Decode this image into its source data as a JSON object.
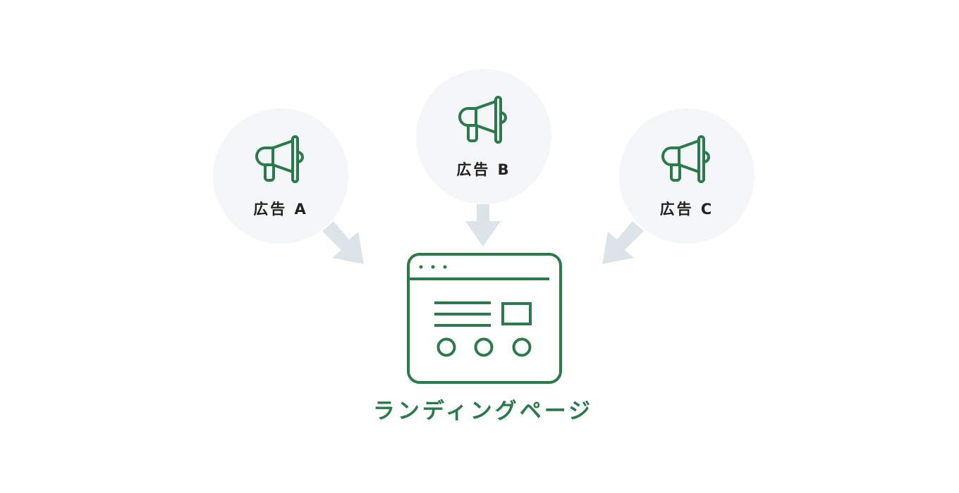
{
  "ads": [
    {
      "label": "広告 A",
      "icon": "megaphone-icon"
    },
    {
      "label": "広告 B",
      "icon": "megaphone-icon"
    },
    {
      "label": "広告 C",
      "icon": "megaphone-icon"
    }
  ],
  "landing_page": {
    "label": "ランディングページ",
    "icon": "browser-window-icon"
  },
  "colors": {
    "accent": "#2b7a4b",
    "circle_bg": "#f4f6f8",
    "arrow": "#dce3e9",
    "label_text": "#222222"
  }
}
